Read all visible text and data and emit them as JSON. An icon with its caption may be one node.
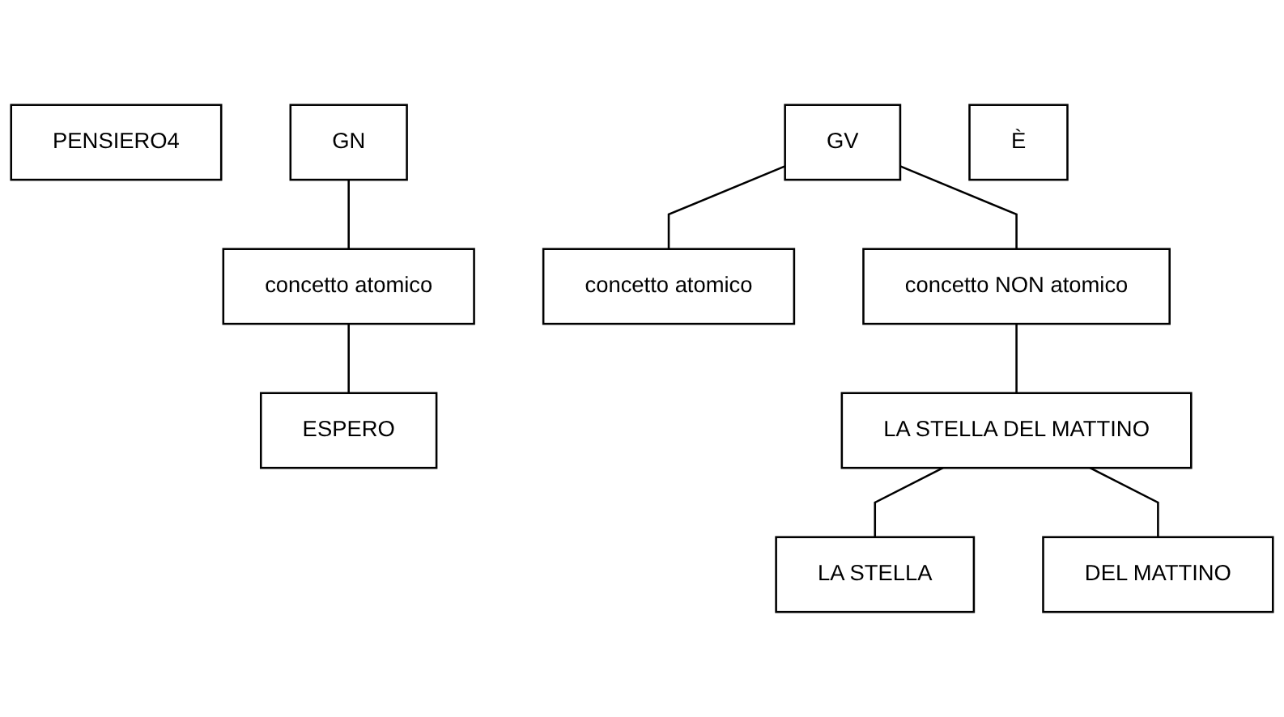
{
  "diagram": {
    "nodes": [
      {
        "text": [
          "PENSIERO4"
        ]
      },
      {
        "text": [
          "GN"
        ]
      },
      {
        "text": [
          "GV"
        ]
      },
      {
        "text": [
          "concetto atomico"
        ]
      },
      {
        "text": [
          "concetto atomico"
        ]
      },
      {
        "text": [
          "concetto NON atomico"
        ]
      },
      {
        "text": [
          "ESPERO"
        ]
      },
      {
        "text": [
          "È"
        ]
      },
      {
        "text": [
          "LA STELLA DEL MATTINO"
        ]
      },
      {
        "text": [
          "LA STELLA"
        ]
      },
      {
        "text": [
          "DEL MATTINO"
        ]
      }
    ],
    "edges": [
      {
        "from": 1,
        "to": 3,
        "arrow": "none"
      },
      {
        "from": 2,
        "to": 4,
        "arrow": "none"
      },
      {
        "from": 2,
        "to": 5,
        "arrow": "none"
      },
      {
        "from": 3,
        "to": 6,
        "arrow": "none"
      },
      {
        "from": 5,
        "to": 8,
        "arrow": "none"
      },
      {
        "from": 8,
        "to": 9,
        "arrow": "none"
      },
      {
        "from": 8,
        "to": 10,
        "arrow": "none"
      }
    ]
  }
}
